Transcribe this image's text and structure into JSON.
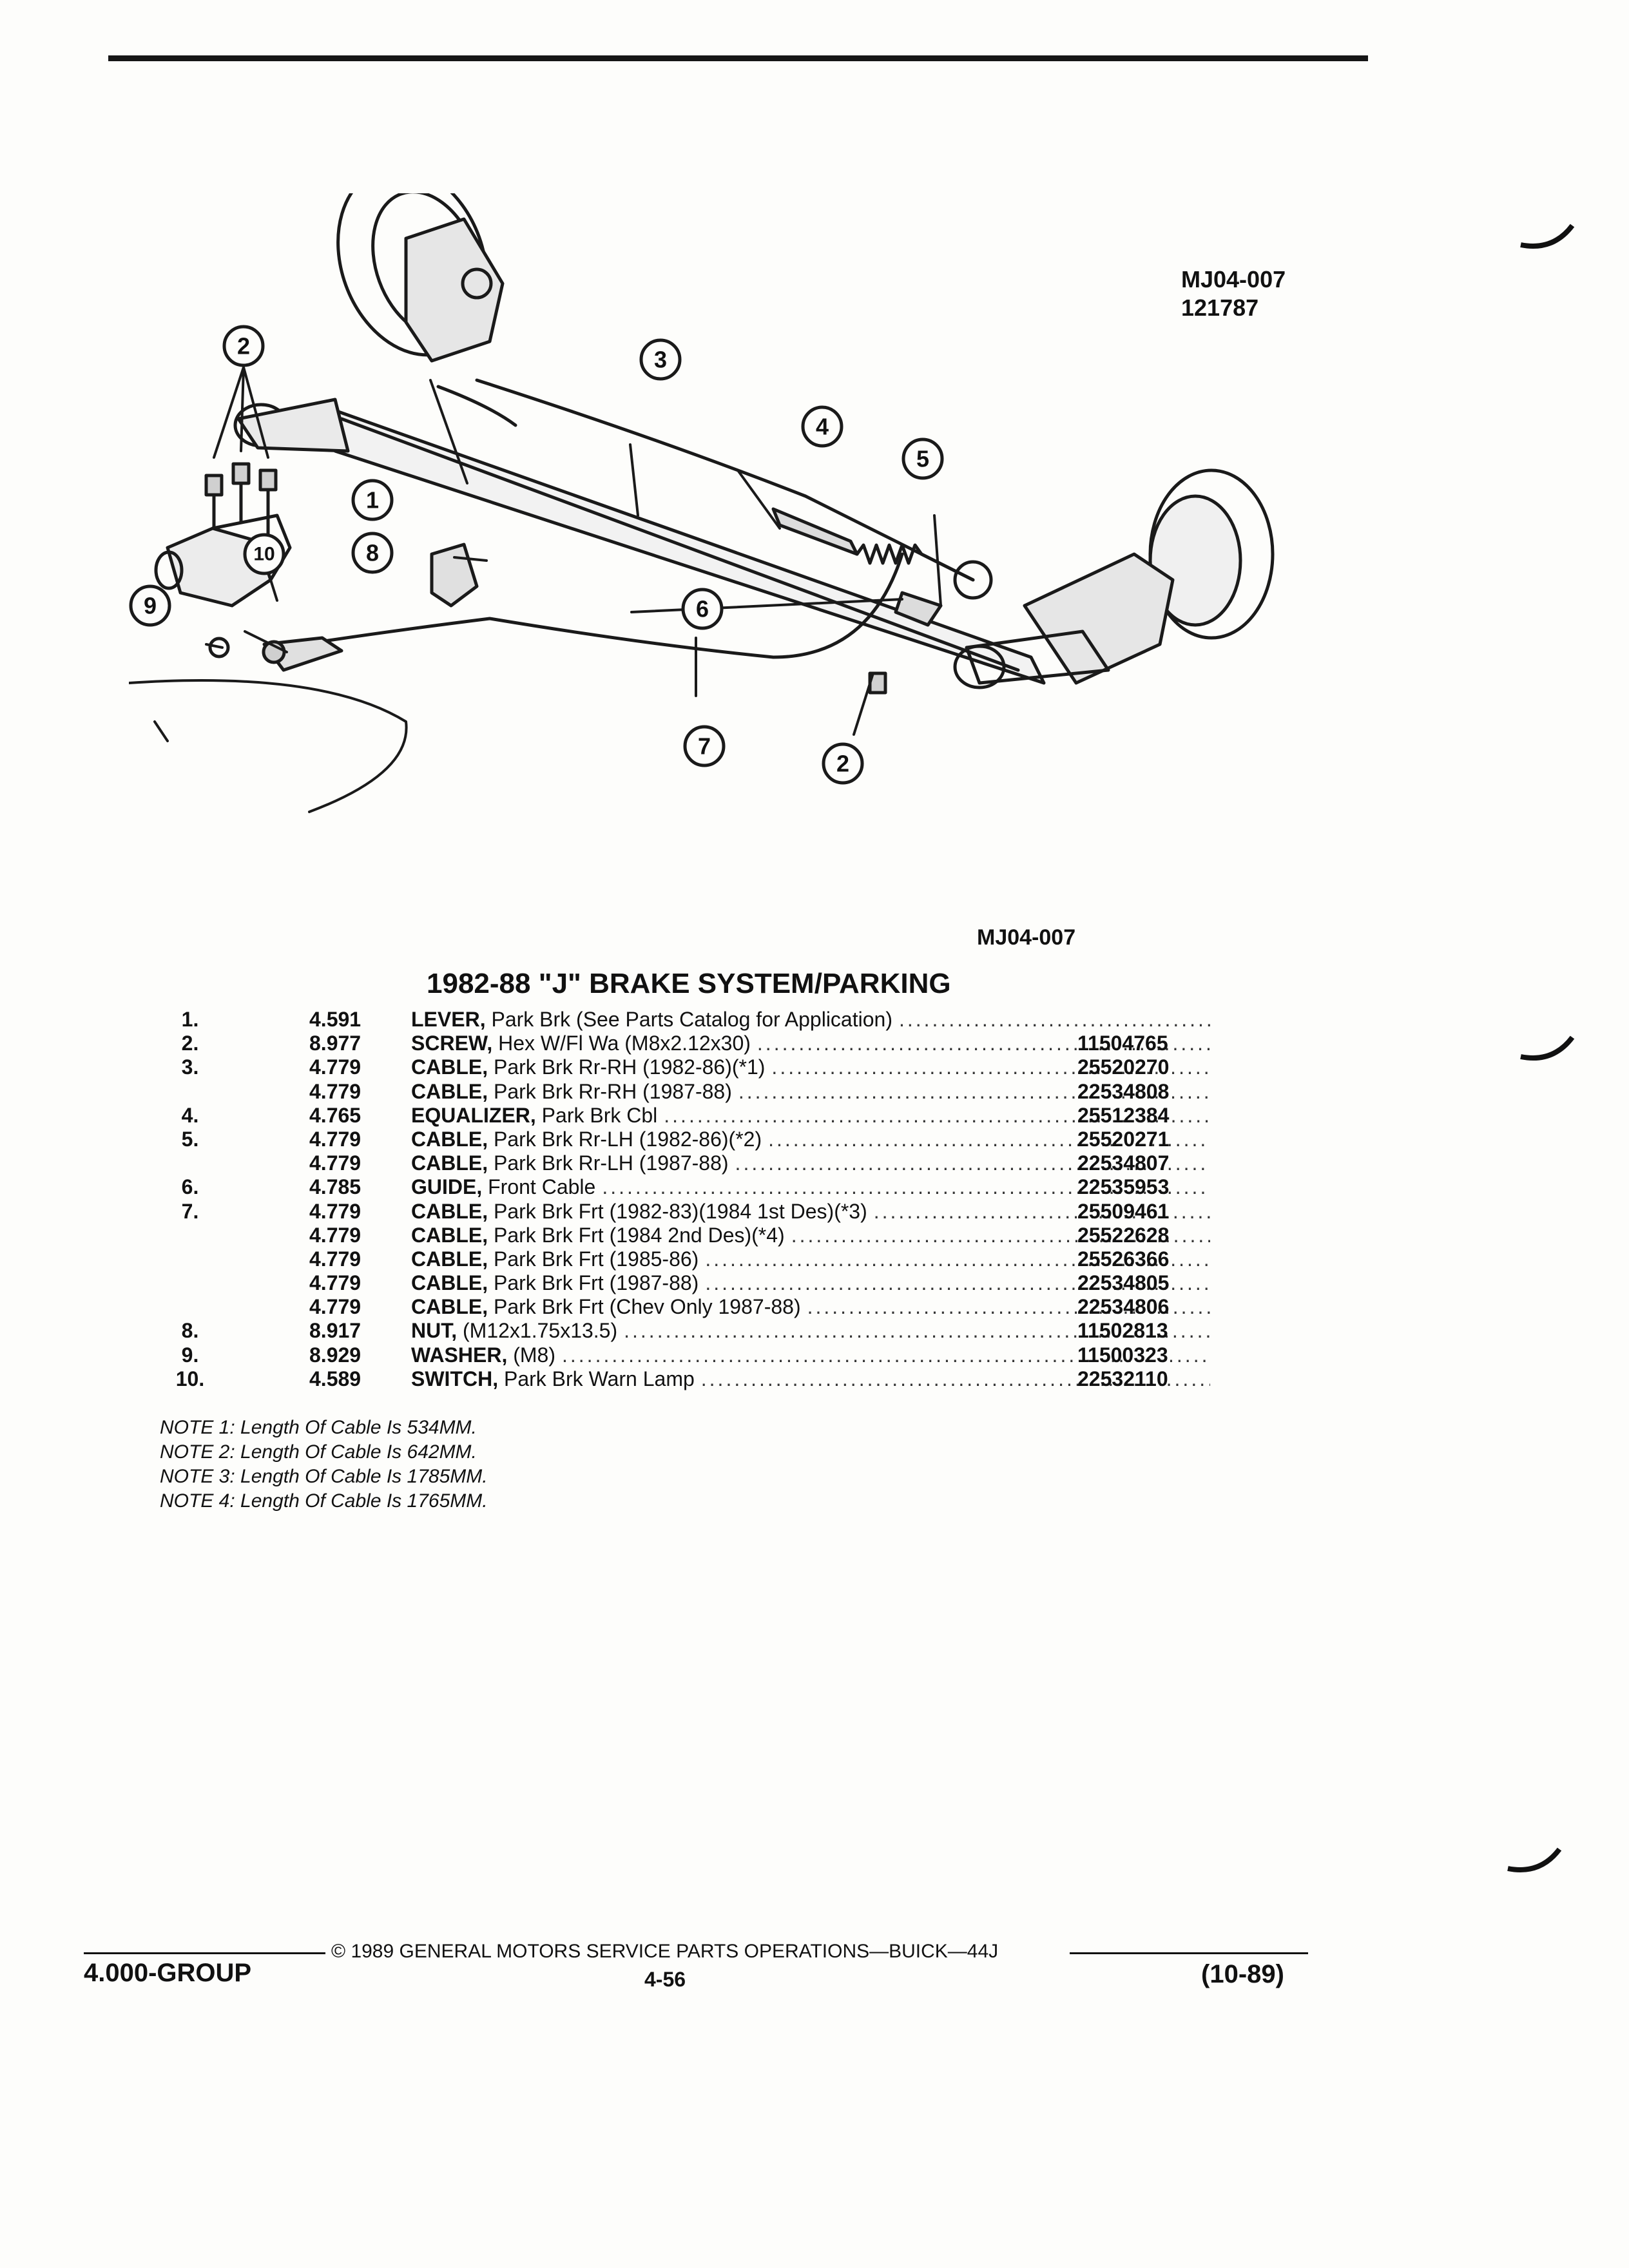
{
  "figure": {
    "id_lines": [
      "MJ04-007",
      "121787"
    ],
    "reference": "MJ04-007",
    "callouts": [
      "1",
      "2",
      "3",
      "4",
      "5",
      "6",
      "7",
      "8",
      "9",
      "10",
      "2"
    ]
  },
  "title": "1982-88 \"J\" BRAKE SYSTEM/PARKING",
  "parts": [
    {
      "num": "1.",
      "group": "4.591",
      "name": "LEVER,",
      "text": "Park Brk (See Parts Catalog for Application)",
      "part_no": ""
    },
    {
      "num": "2.",
      "group": "8.977",
      "name": "SCREW,",
      "text": "Hex W/Fl Wa (M8x2.12x30)",
      "part_no": "11504765"
    },
    {
      "num": "3.",
      "group": "4.779",
      "name": "CABLE,",
      "text": "Park Brk Rr-RH (1982-86)(*1)",
      "part_no": "25520270"
    },
    {
      "num": "",
      "group": "4.779",
      "name": "CABLE,",
      "text": "Park Brk Rr-RH (1987-88)",
      "part_no": "22534808"
    },
    {
      "num": "4.",
      "group": "4.765",
      "name": "EQUALIZER,",
      "text": "Park Brk Cbl",
      "part_no": "25512384"
    },
    {
      "num": "5.",
      "group": "4.779",
      "name": "CABLE,",
      "text": "Park Brk Rr-LH (1982-86)(*2)",
      "part_no": "25520271"
    },
    {
      "num": "",
      "group": "4.779",
      "name": "CABLE,",
      "text": "Park Brk Rr-LH (1987-88)",
      "part_no": "22534807"
    },
    {
      "num": "6.",
      "group": "4.785",
      "name": "GUIDE,",
      "text": "Front Cable",
      "part_no": "22535953"
    },
    {
      "num": "7.",
      "group": "4.779",
      "name": "CABLE,",
      "text": "Park Brk Frt (1982-83)(1984 1st Des)(*3)",
      "part_no": "25509461"
    },
    {
      "num": "",
      "group": "4.779",
      "name": "CABLE,",
      "text": "Park Brk Frt (1984 2nd Des)(*4)",
      "part_no": "25522628"
    },
    {
      "num": "",
      "group": "4.779",
      "name": "CABLE,",
      "text": "Park Brk Frt (1985-86)",
      "part_no": "25526366"
    },
    {
      "num": "",
      "group": "4.779",
      "name": "CABLE,",
      "text": "Park Brk Frt (1987-88)",
      "part_no": "22534805"
    },
    {
      "num": "",
      "group": "4.779",
      "name": "CABLE,",
      "text": "Park Brk Frt (Chev Only 1987-88)",
      "part_no": "22534806"
    },
    {
      "num": "8.",
      "group": "8.917",
      "name": "NUT,",
      "text": "(M12x1.75x13.5)",
      "part_no": "11502813"
    },
    {
      "num": "9.",
      "group": "8.929",
      "name": "WASHER,",
      "text": "(M8)",
      "part_no": "11500323"
    },
    {
      "num": "10.",
      "group": "4.589",
      "name": "SWITCH,",
      "text": "Park Brk Warn Lamp",
      "part_no": "22532110"
    }
  ],
  "notes": [
    "NOTE 1: Length Of Cable Is 534MM.",
    "NOTE 2: Length Of Cable Is 642MM.",
    "NOTE 3: Length Of Cable Is 1785MM.",
    "NOTE 4: Length Of Cable Is 1765MM."
  ],
  "footer": {
    "group": "4.000-GROUP",
    "copyright": "© 1989 GENERAL MOTORS SERVICE PARTS OPERATIONS—BUICK—44J",
    "page": "4-56",
    "date": "(10-89)"
  }
}
